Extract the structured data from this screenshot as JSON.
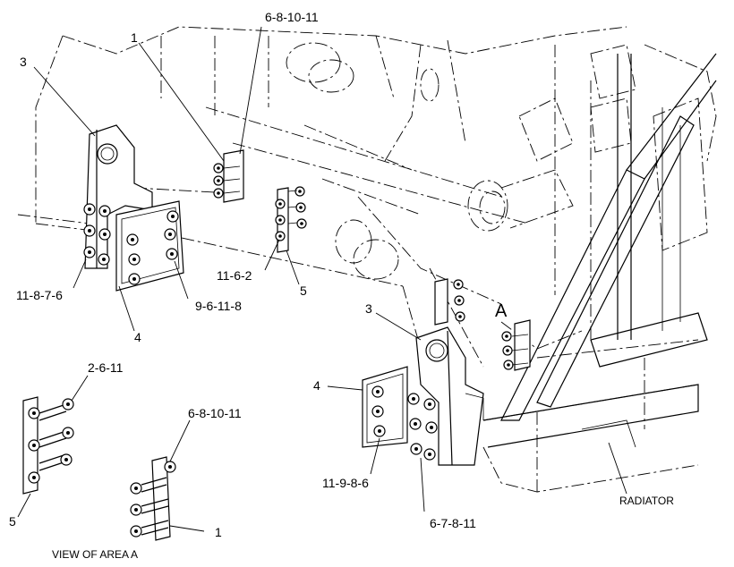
{
  "labels": {
    "l_6_8_10_11_top": "6-8-10-11",
    "l_1_top": "1",
    "l_3_left": "3",
    "l_11_8_7_6": "11-8-7-6",
    "l_4_left": "4",
    "l_9_6_11_8": "9-6-11-8",
    "l_11_6_2": "11-6-2",
    "l_5_mid": "5",
    "l_3_right": "3",
    "l_A": "A",
    "l_4_right": "4",
    "l_11_9_8_6": "11-9-8-6",
    "l_6_7_8_11": "6-7-8-11",
    "l_radiator": "RADIATOR",
    "l_2_6_11": "2-6-11",
    "l_6_8_10_11_bottom": "6-8-10-11",
    "l_5_bottom": "5",
    "l_1_bottom": "1",
    "l_view_of_area_a": "VIEW OF AREA  A"
  }
}
